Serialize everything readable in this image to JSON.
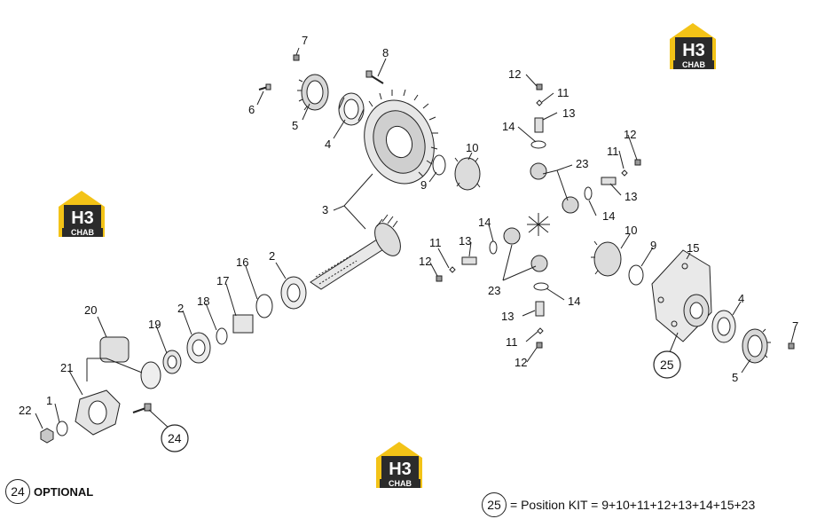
{
  "part_labels": {
    "p1": "1",
    "p2a": "2",
    "p2b": "2",
    "p3": "3",
    "p4a": "4",
    "p4b": "4",
    "p5a": "5",
    "p5b": "5",
    "p6": "6",
    "p7a": "7",
    "p7b": "7",
    "p8": "8",
    "p9a": "9",
    "p9b": "9",
    "p10a": "10",
    "p10b": "10",
    "p11a": "11",
    "p11b": "11",
    "p11c": "11",
    "p11d": "11",
    "p12a": "12",
    "p12b": "12",
    "p12c": "12",
    "p12d": "12",
    "p13a": "13",
    "p13b": "13",
    "p13c": "13",
    "p13d": "13",
    "p14a": "14",
    "p14b": "14",
    "p14c": "14",
    "p14d": "14",
    "p15": "15",
    "p16": "16",
    "p17": "17",
    "p18": "18",
    "p19": "19",
    "p20": "20",
    "p21": "21",
    "p22": "22",
    "p23a": "23",
    "p23b": "23",
    "p24": "24",
    "p25": "25"
  },
  "legend": {
    "optional_number": "24",
    "optional_text": "OPTIONAL",
    "kit_number": "25",
    "kit_text": "= Position KIT = 9+10+11+12+13+14+15+23"
  },
  "watermark": {
    "text": "CHAB",
    "letters": "H3"
  },
  "colors": {
    "logo_yellow": "#f3c317",
    "logo_dark": "#2b2b2b",
    "line": "#222222"
  }
}
